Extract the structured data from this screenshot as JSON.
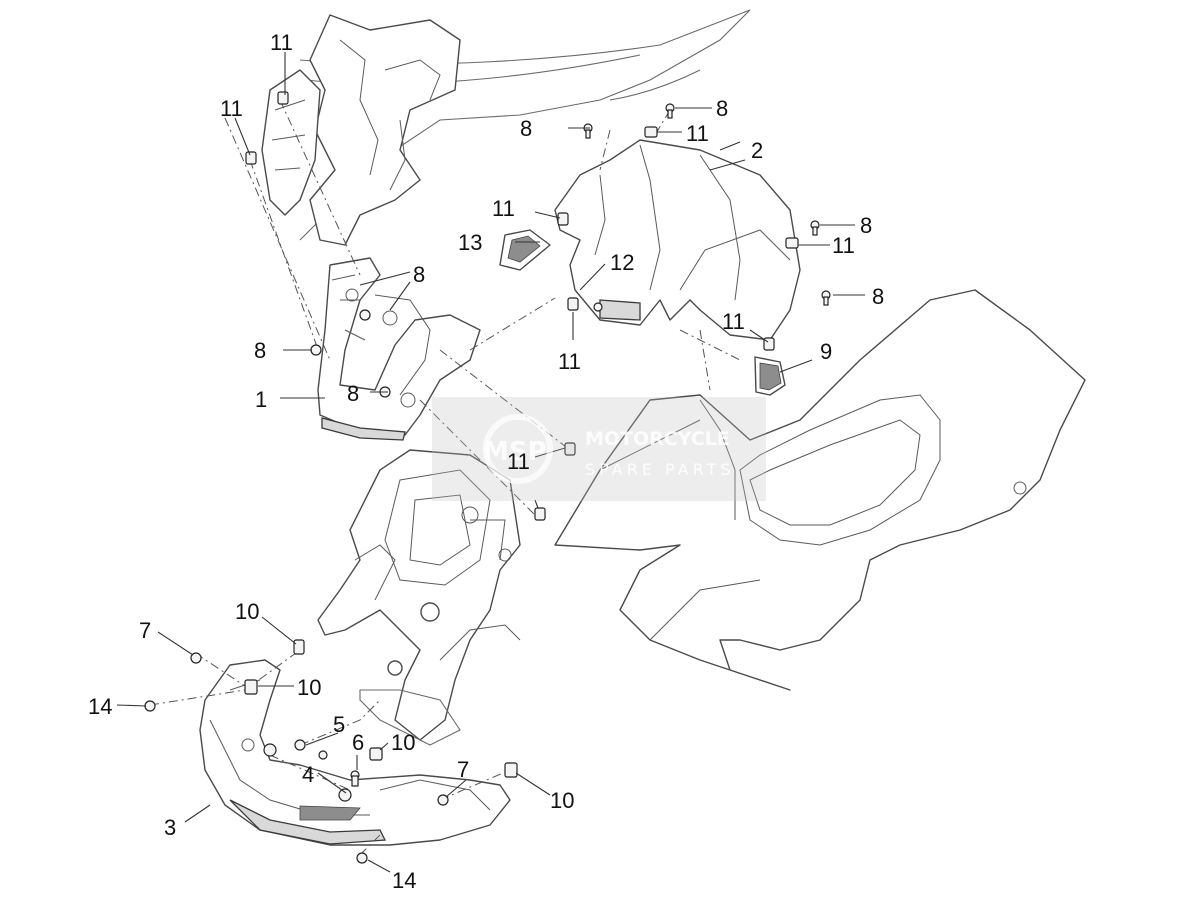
{
  "callouts": [
    {
      "label": "1"
    },
    {
      "label": "2"
    },
    {
      "label": "3"
    },
    {
      "label": "4"
    },
    {
      "label": "5"
    },
    {
      "label": "6"
    },
    {
      "label": "7"
    },
    {
      "label": "7"
    },
    {
      "label": "8"
    },
    {
      "label": "8"
    },
    {
      "label": "8"
    },
    {
      "label": "8"
    },
    {
      "label": "8"
    },
    {
      "label": "8"
    },
    {
      "label": "8"
    },
    {
      "label": "9"
    },
    {
      "label": "10"
    },
    {
      "label": "10"
    },
    {
      "label": "10"
    },
    {
      "label": "10"
    },
    {
      "label": "11"
    },
    {
      "label": "11"
    },
    {
      "label": "11"
    },
    {
      "label": "11"
    },
    {
      "label": "11"
    },
    {
      "label": "11"
    },
    {
      "label": "11"
    },
    {
      "label": "11"
    },
    {
      "label": "12"
    },
    {
      "label": "13"
    },
    {
      "label": "14"
    },
    {
      "label": "14"
    }
  ],
  "watermark": {
    "logo": "MSP",
    "line1": "MOTORCYCLE",
    "line2": "SPARE PARTS"
  }
}
